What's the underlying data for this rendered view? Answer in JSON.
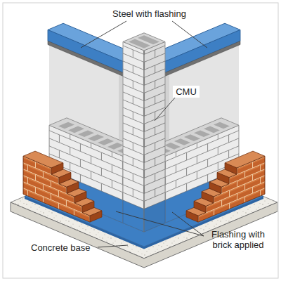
{
  "diagram": {
    "labels": [
      "Steel with flashing",
      "CMU",
      "Concrete base",
      "Flashing with brick applied"
    ]
  }
}
